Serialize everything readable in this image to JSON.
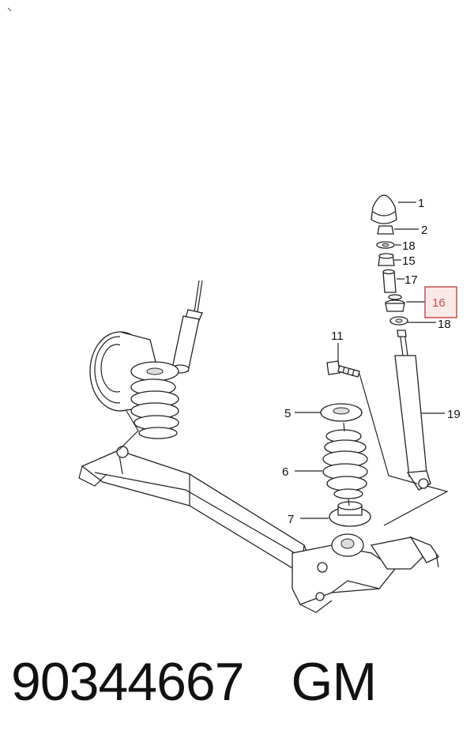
{
  "callouts": {
    "c1": "1",
    "c2": "2",
    "c18a": "18",
    "c15": "15",
    "c17": "17",
    "c16": "16",
    "c18b": "18",
    "c11": "11",
    "c19": "19",
    "c5": "5",
    "c6": "6",
    "c7": "7"
  },
  "highlight_color": "#c0504d",
  "footer": {
    "part_number": "90344667",
    "brand": "GM"
  }
}
